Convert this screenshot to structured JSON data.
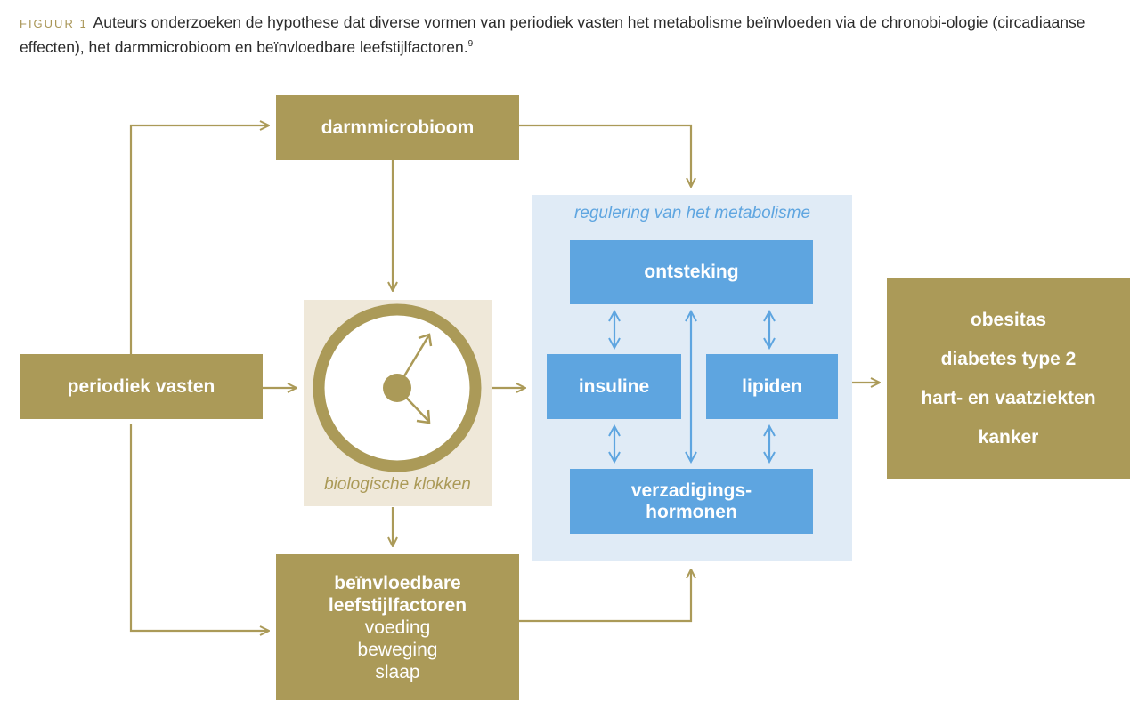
{
  "caption": {
    "label": "FIGUUR 1",
    "text": "Auteurs onderzoeken de hypothese dat diverse vormen van periodiek vasten het metabolisme beïnvloeden via de chronobi-ologie (circadiaanse effecten), het darmmicrobioom en beïnvloedbare leefstijlfactoren.",
    "footnote": "9"
  },
  "nodes": {
    "darmmicrobioom": "darmmicrobioom",
    "periodiek_vasten": "periodiek vasten",
    "biologische_klokken": "biologische klokken",
    "leefstijl": {
      "title_line1": "beïnvloedbare",
      "title_line2": "leefstijlfactoren",
      "items": [
        "voeding",
        "beweging",
        "slaap"
      ]
    },
    "metabolisme": {
      "title": "regulering van het metabolisme",
      "ontsteking": "ontsteking",
      "insuline": "insuline",
      "lipiden": "lipiden",
      "verzadiging_line1": "verzadigings-",
      "verzadiging_line2": "hormonen"
    },
    "ziekten": [
      "obesitas",
      "diabetes type 2",
      "hart- en vaatziekten",
      "kanker"
    ]
  },
  "colors": {
    "gold": "#ab9a58",
    "blue": "#5ea5e0",
    "clock_panel": "#efe8d9",
    "meta_panel": "#e0ebf6"
  }
}
